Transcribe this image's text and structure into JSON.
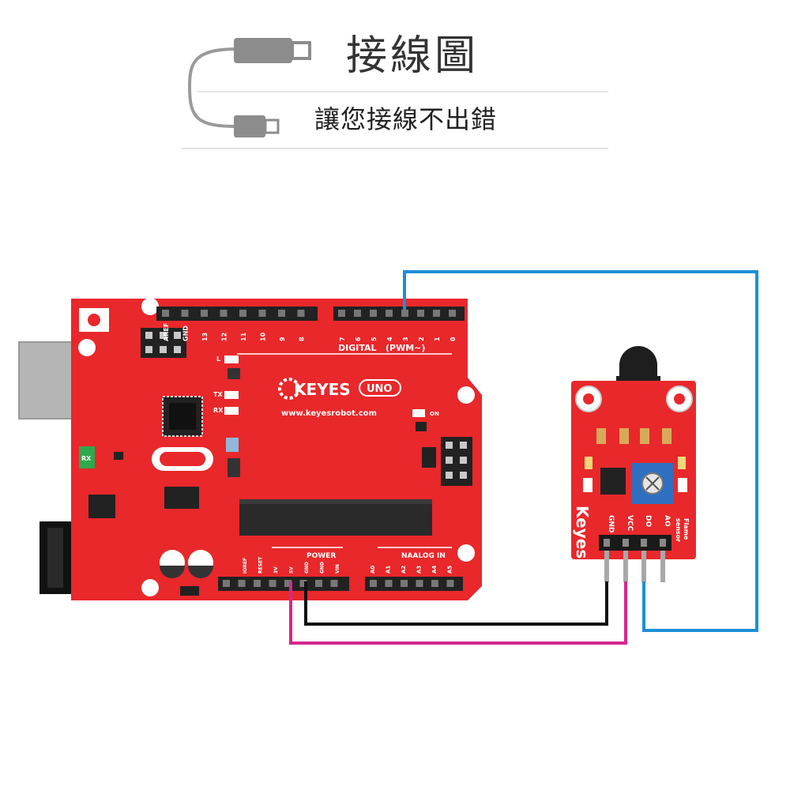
{
  "header": {
    "title": "接線圖",
    "subtitle": "讓您接線不出錯"
  },
  "board": {
    "brand": "KEYES",
    "model": "UNO",
    "website": "www.keyesrobot.com",
    "digital_label": "DIGITAL",
    "pwm_label": "(PWM~)",
    "power_label": "POWER",
    "analog_label": "NAALOG IN",
    "digital_pins": [
      "AREF",
      "GND",
      "13",
      "12",
      "11",
      "10",
      "9",
      "8",
      "7",
      "6",
      "5",
      "4",
      "3",
      "2",
      "1",
      "0"
    ],
    "power_pins": [
      "IOREF",
      "RESET",
      "3V",
      "5V",
      "GND",
      "GND",
      "VIN"
    ],
    "analog_pins": [
      "A0",
      "A1",
      "A2",
      "A3",
      "A4",
      "A5"
    ],
    "on_label": "ON",
    "l_label": "L",
    "tx_label": "TX",
    "rx_label": "RX",
    "rx_led": "RX",
    "colors": {
      "pcb": "#e8282b",
      "header": "#222222"
    }
  },
  "sensor": {
    "brand": "Keyes",
    "name_line1": "Flame",
    "name_line2": "sensor",
    "pins": [
      "GND",
      "VCC",
      "DO",
      "AO"
    ],
    "colors": {
      "pcb": "#e8282b",
      "pot": "#2f6fc2"
    }
  },
  "wires": {
    "colors": {
      "signal": "#1d8fd6",
      "ground": "#111111",
      "power": "#d6268e"
    }
  }
}
